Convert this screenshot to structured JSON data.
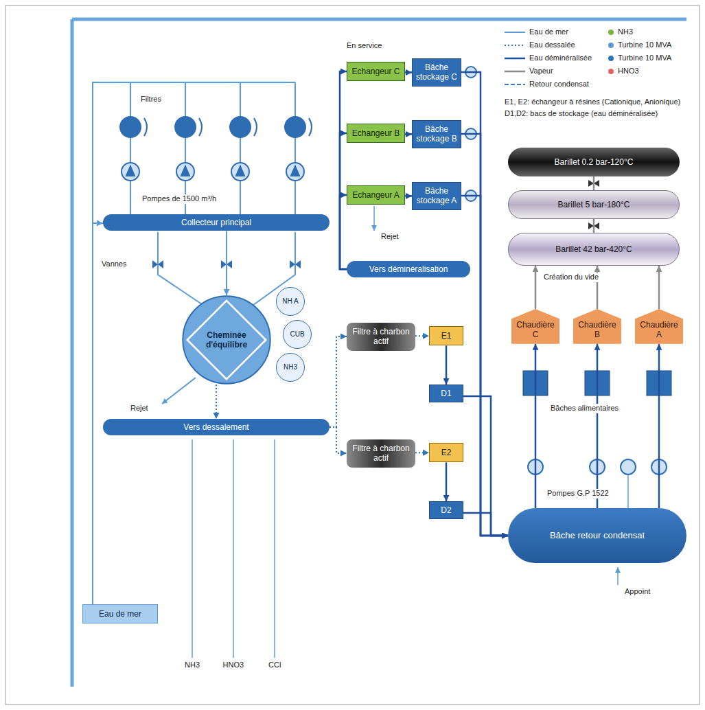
{
  "diagram": {
    "nodes": [
      {
        "text": [
          "Eau de mer"
        ]
      },
      {
        "text": [
          "Collecteur principal"
        ]
      },
      {
        "text": [
          "Cheminée d'équilibre"
        ]
      },
      {
        "text": [
          "NH A"
        ]
      },
      {
        "text": [
          "CUB"
        ]
      },
      {
        "text": [
          "NH3"
        ]
      },
      {
        "text": [
          "Vers dessalement"
        ]
      },
      {
        "text": [
          "Filtre à charbon actif"
        ]
      },
      {
        "text": [
          "E1"
        ]
      },
      {
        "text": [
          "D1"
        ]
      },
      {
        "text": [
          "Filtre à charbon actif"
        ]
      },
      {
        "text": [
          "E2"
        ]
      },
      {
        "text": [
          "D2"
        ]
      },
      {
        "text": [
          "Vers déminéralisation"
        ]
      },
      {
        "text": [
          "Echangeur C"
        ]
      },
      {
        "text": [
          "Echangeur B"
        ]
      },
      {
        "text": [
          "Echangeur A"
        ]
      },
      {
        "text": [
          "Bâche stockage C"
        ]
      },
      {
        "text": [
          "Bâche stockage B"
        ]
      },
      {
        "text": [
          "Bâche stockage A"
        ]
      },
      {
        "text": [
          "Barillet 0.2 bar-120°C"
        ]
      },
      {
        "text": [
          "Barillet 5 bar-180°C"
        ]
      },
      {
        "text": [
          "Barillet 42 bar-420°C"
        ]
      },
      {
        "text": [
          "Chaudière C"
        ]
      },
      {
        "text": [
          "Chaudière B"
        ]
      },
      {
        "text": [
          "Chaudière A"
        ]
      },
      {
        "text": [
          "Bâche retour condensat"
        ]
      }
    ],
    "edges": [
      {
        "from": 0,
        "to": 1,
        "arrow": "to"
      },
      {
        "from": 1,
        "to": 2,
        "arrow": "to"
      },
      {
        "from": 2,
        "to": 6,
        "arrow": "to"
      },
      {
        "from": 6,
        "to": 7,
        "arrow": "to"
      },
      {
        "from": 6,
        "to": 10,
        "arrow": "to"
      },
      {
        "from": 7,
        "to": 8,
        "arrow": "to"
      },
      {
        "from": 10,
        "to": 11,
        "arrow": "to"
      },
      {
        "from": 8,
        "to": 9,
        "arrow": "to"
      },
      {
        "from": 11,
        "to": 12,
        "arrow": "to"
      },
      {
        "from": 9,
        "to": 26,
        "arrow": "to"
      },
      {
        "from": 12,
        "to": 26,
        "arrow": "to"
      },
      {
        "from": 13,
        "to": 14,
        "arrow": "to"
      },
      {
        "from": 13,
        "to": 15,
        "arrow": "to"
      },
      {
        "from": 13,
        "to": 16,
        "arrow": "to"
      },
      {
        "from": 14,
        "to": 17,
        "arrow": "to"
      },
      {
        "from": 15,
        "to": 18,
        "arrow": "to"
      },
      {
        "from": 16,
        "to": 19,
        "arrow": "to"
      },
      {
        "from": 17,
        "to": 26,
        "arrow": "to"
      },
      {
        "from": 18,
        "to": 26,
        "arrow": "to"
      },
      {
        "from": 19,
        "to": 26,
        "arrow": "to"
      },
      {
        "from": 26,
        "to": 23,
        "arrow": "to"
      },
      {
        "from": 26,
        "to": 24,
        "arrow": "to"
      },
      {
        "from": 26,
        "to": 25,
        "arrow": "to"
      },
      {
        "from": 23,
        "to": 22,
        "arrow": "to"
      },
      {
        "from": 24,
        "to": 22,
        "arrow": "to"
      },
      {
        "from": 25,
        "to": 22,
        "arrow": "to"
      },
      {
        "from": 22,
        "to": 21,
        "arrow": "to"
      },
      {
        "from": 21,
        "to": 20,
        "arrow": "to"
      }
    ],
    "labels": [
      "Filtres",
      "Pompes de 1500 m³/h",
      "Vannes",
      "Rejet",
      "En service",
      "Rejet",
      "Création du vide",
      "Bâches alimentaires",
      "Pompes G.P 1522",
      "Appoint",
      "NH3",
      "HNO3",
      "CCl",
      "E1, E2: échangeur à résines (Cationique, Anionique)",
      "D1,D2: bacs de stockage (eau déminéralisée)"
    ],
    "legend": [
      {
        "text": "Eau de mer"
      },
      {
        "text": "Eau dessalée"
      },
      {
        "text": "Eau déminéralisée"
      },
      {
        "text": "Vapeur"
      },
      {
        "text": "Retour condensat"
      },
      {
        "text": "NH3"
      },
      {
        "text": "Turbine 10 MVA"
      },
      {
        "text": "Turbine 10 MVA"
      },
      {
        "text": "HNO3"
      }
    ]
  }
}
